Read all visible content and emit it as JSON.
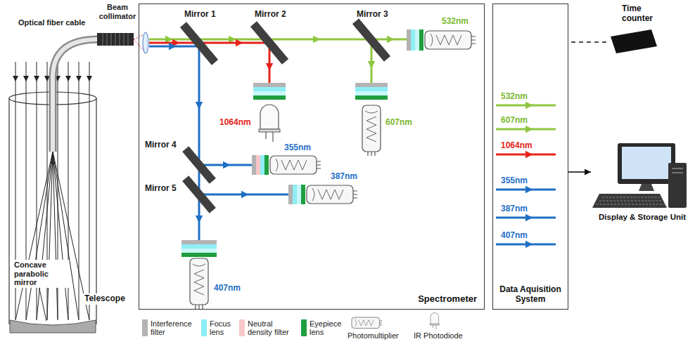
{
  "diagram": {
    "nodes": [
      {
        "text": [
          "Spectrometer"
        ]
      },
      {
        "text": [
          "Data Aquisition System"
        ]
      },
      {
        "text": [
          "Time counter"
        ]
      },
      {
        "text": [
          "Display & Storage Unit"
        ]
      }
    ],
    "edges": [
      {
        "from": 2,
        "to": 1,
        "arrow": "none"
      },
      {
        "from": 1,
        "to": 3,
        "arrow": "to"
      }
    ],
    "labels": [
      "Optical fiber cable",
      "Beam collimator",
      "Concave parabolic mirror",
      "Telescope",
      "Mirror 1",
      "Mirror 2",
      "Mirror 3",
      "Mirror 4",
      "Mirror 5",
      "532nm",
      "1064nm",
      "607nm",
      "355nm",
      "387nm",
      "407nm",
      "532nm",
      "607nm",
      "1064nm",
      "355nm",
      "387nm",
      "407nm"
    ],
    "legend": [
      {
        "text": "Interference filter",
        "color": "#b3b3b3"
      },
      {
        "text": "Focus lens",
        "color": "#8eeef5"
      },
      {
        "text": "Neutral density filter",
        "color": "#f7c8c8"
      },
      {
        "text": "Eyepiece lens",
        "color": "#1e9e3e"
      },
      {
        "text": "Photomultiplier"
      },
      {
        "text": "IR Photodiode"
      }
    ]
  }
}
